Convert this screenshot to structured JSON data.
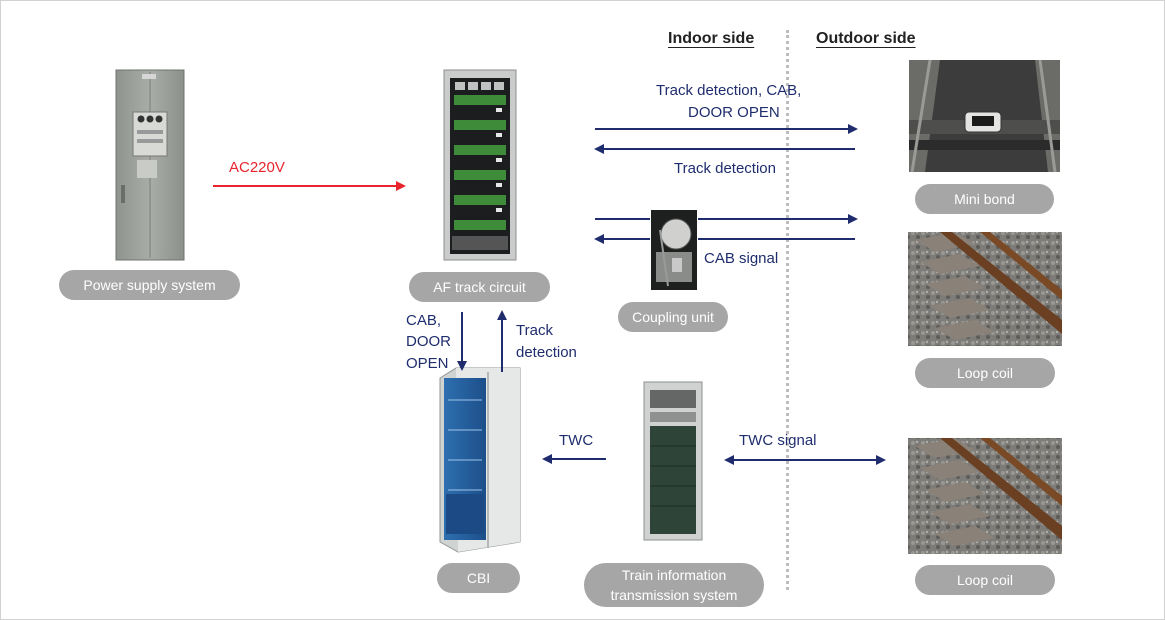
{
  "headers": {
    "indoor": "Indoor side",
    "outdoor": "Outdoor side"
  },
  "labels": {
    "power": "Power supply system",
    "af": "AF track circuit",
    "coupling": "Coupling unit",
    "cbi": "CBI",
    "train_line1": "Train information",
    "train_line2": "transmission system",
    "mini_bond": "Mini bond",
    "loop_coil_1": "Loop coil",
    "loop_coil_2": "Loop coil"
  },
  "arrows": {
    "ac": "AC220V",
    "track_cab_line1": "Track detection, CAB,",
    "track_cab_line2": "DOOR OPEN",
    "track_detection": "Track detection",
    "cab_signal": "CAB signal",
    "cab_door_1": "CAB,",
    "cab_door_2": "DOOR",
    "cab_door_3": "OPEN",
    "track_det_1": "Track",
    "track_det_2": "detection",
    "twc": "TWC",
    "twc_signal": "TWC signal"
  },
  "colors": {
    "navy": "#1f2d6e",
    "red": "#e8242c",
    "pill": "#a6a6a6"
  }
}
